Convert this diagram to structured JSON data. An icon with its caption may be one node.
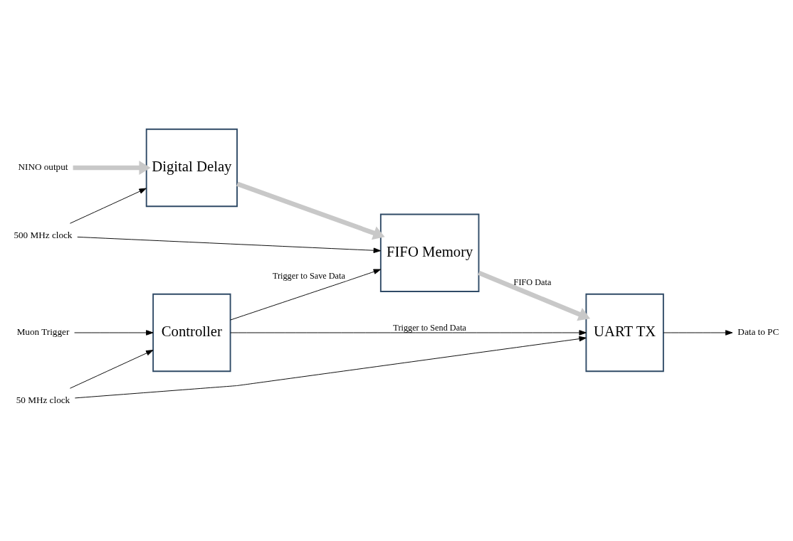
{
  "diagram": {
    "nodes": [
      {
        "text": [
          "NINO output"
        ]
      },
      {
        "text": [
          "Digital Delay"
        ]
      },
      {
        "text": [
          "FIFO Memory"
        ]
      },
      {
        "text": [
          "500 MHz clock"
        ]
      },
      {
        "text": [
          "Muon Trigger"
        ]
      },
      {
        "text": [
          "Controller"
        ]
      },
      {
        "text": [
          "UART TX"
        ]
      },
      {
        "text": [
          "50 MHz clock"
        ]
      },
      {
        "text": [
          "Data to PC"
        ]
      }
    ],
    "edges": [
      {
        "from": 0,
        "to": 1,
        "arrow": "to",
        "style": "thick",
        "color": "#c8c8c8"
      },
      {
        "from": 1,
        "to": 2,
        "arrow": "to",
        "style": "thick",
        "color": "#c8c8c8"
      },
      {
        "from": 3,
        "to": 1,
        "arrow": "to"
      },
      {
        "from": 3,
        "to": 2,
        "arrow": "to"
      },
      {
        "from": 5,
        "to": 2,
        "arrow": "to",
        "label": "Trigger to Save Data"
      },
      {
        "from": 4,
        "to": 5,
        "arrow": "to"
      },
      {
        "from": 5,
        "to": 6,
        "arrow": "to",
        "label": "Trigger to Send Data"
      },
      {
        "from": 2,
        "to": 6,
        "arrow": "to",
        "style": "thick",
        "color": "#c8c8c8",
        "label": "FIFO Data"
      },
      {
        "from": 7,
        "to": 5,
        "arrow": "to"
      },
      {
        "from": 7,
        "to": 6,
        "arrow": "to"
      },
      {
        "from": 6,
        "to": 8,
        "arrow": "to"
      }
    ]
  }
}
